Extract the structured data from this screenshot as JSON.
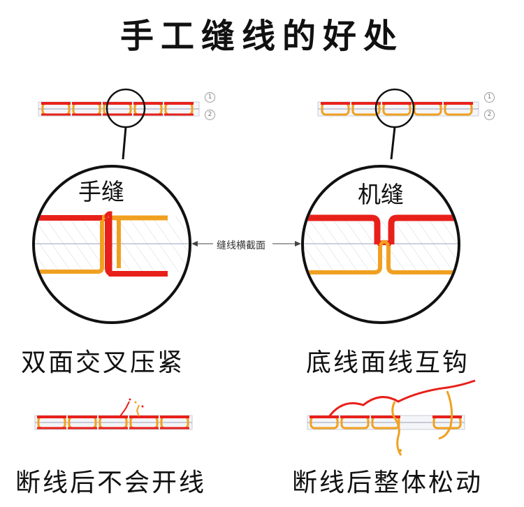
{
  "title": "手工缝线的好处",
  "panels": {
    "hand": {
      "zoom_label": "手缝",
      "caption": "双面交叉压紧"
    },
    "machine": {
      "zoom_label": "机缝",
      "caption": "底线面线互钩"
    }
  },
  "center_label": "缝线横截面",
  "thread_markers": [
    "1",
    "2"
  ],
  "bottom": {
    "hand_caption": "断线后不会开线",
    "machine_caption": "断线后整体松动"
  },
  "colors": {
    "red_thread": "#e8201a",
    "orange_thread": "#f0a020",
    "leather": "#ffffff",
    "outline": "#111111"
  }
}
